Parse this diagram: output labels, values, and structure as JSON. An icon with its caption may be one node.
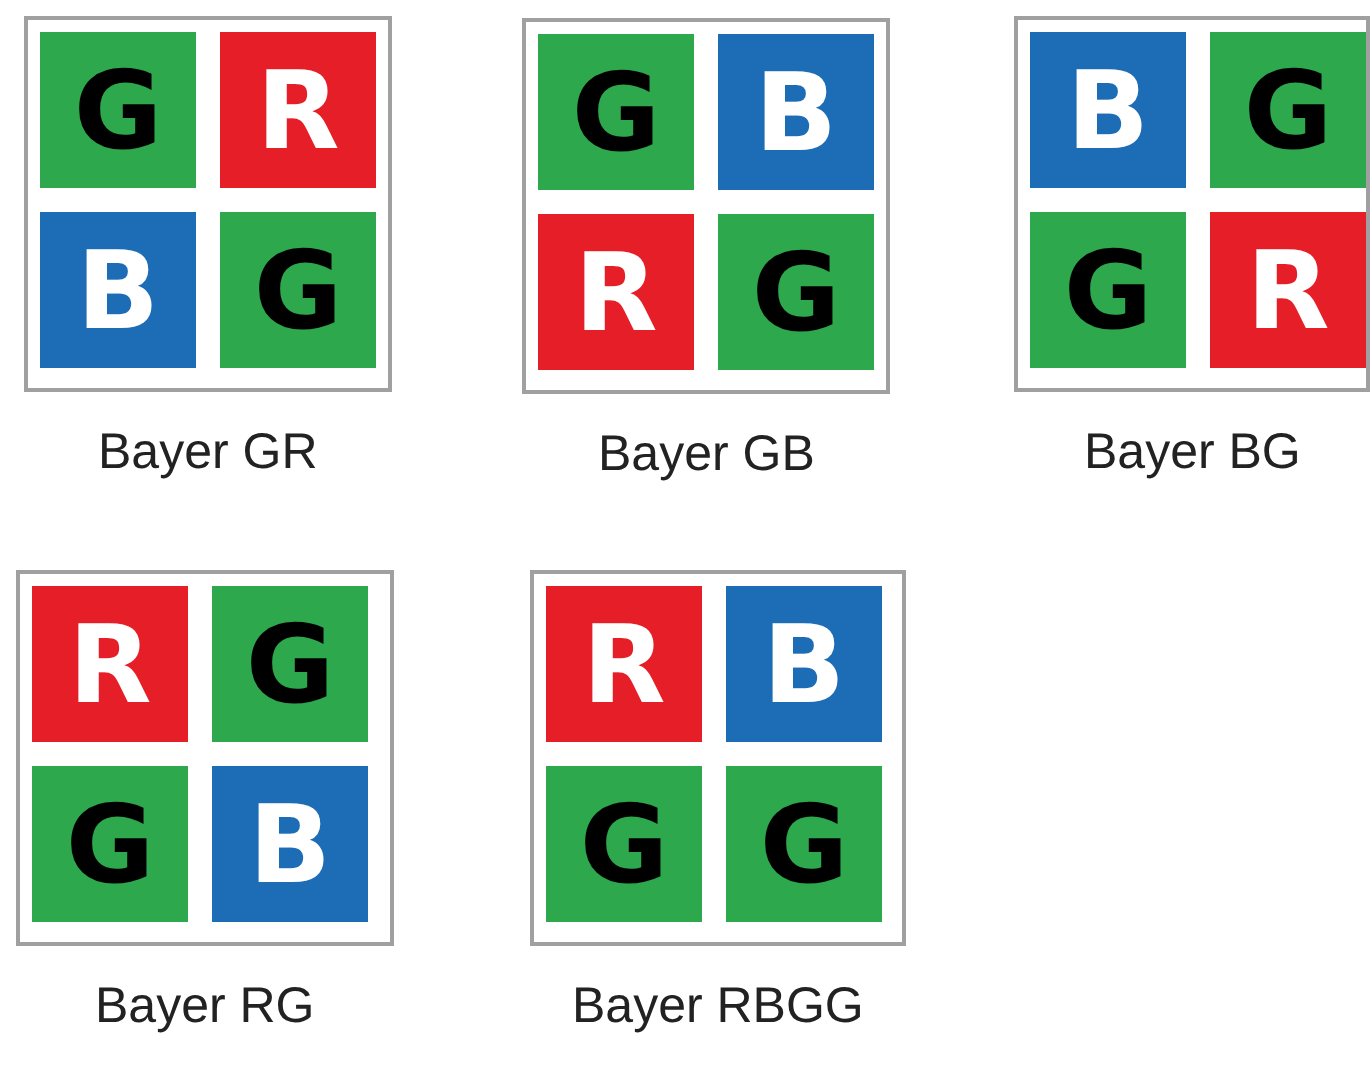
{
  "diagram": {
    "nodes": [
      {
        "text": [],
        "shape": "box",
        "beside": [
          "Bayer GR"
        ]
      },
      {
        "text": [
          "G"
        ],
        "in": 0
      },
      {
        "text": [
          "R"
        ],
        "in": 0
      },
      {
        "text": [
          "B"
        ],
        "in": 0
      },
      {
        "text": [
          "G"
        ],
        "in": 0
      },
      {
        "text": [],
        "shape": "box",
        "beside": [
          "Bayer GB"
        ]
      },
      {
        "text": [
          "G"
        ],
        "in": 5
      },
      {
        "text": [
          "B"
        ],
        "in": 5
      },
      {
        "text": [
          "R"
        ],
        "in": 5
      },
      {
        "text": [
          "G"
        ],
        "in": 5
      },
      {
        "text": [],
        "shape": "box",
        "beside": [
          "Bayer BG"
        ]
      },
      {
        "text": [
          "B"
        ],
        "in": 10
      },
      {
        "text": [
          "G"
        ],
        "in": 10
      },
      {
        "text": [
          "G"
        ],
        "in": 10
      },
      {
        "text": [
          "R"
        ],
        "in": 10
      },
      {
        "text": [],
        "shape": "box",
        "beside": [
          "Bayer RG"
        ]
      },
      {
        "text": [
          "R"
        ],
        "in": 15
      },
      {
        "text": [
          "G"
        ],
        "in": 15
      },
      {
        "text": [
          "G"
        ],
        "in": 15
      },
      {
        "text": [
          "B"
        ],
        "in": 15
      },
      {
        "text": [],
        "shape": "box",
        "beside": [
          "Bayer RBGG"
        ]
      },
      {
        "text": [
          "R"
        ],
        "in": 20
      },
      {
        "text": [
          "B"
        ],
        "in": 20
      },
      {
        "text": [
          "G"
        ],
        "in": 20
      },
      {
        "text": [
          "G"
        ],
        "in": 20
      }
    ],
    "edges": []
  }
}
